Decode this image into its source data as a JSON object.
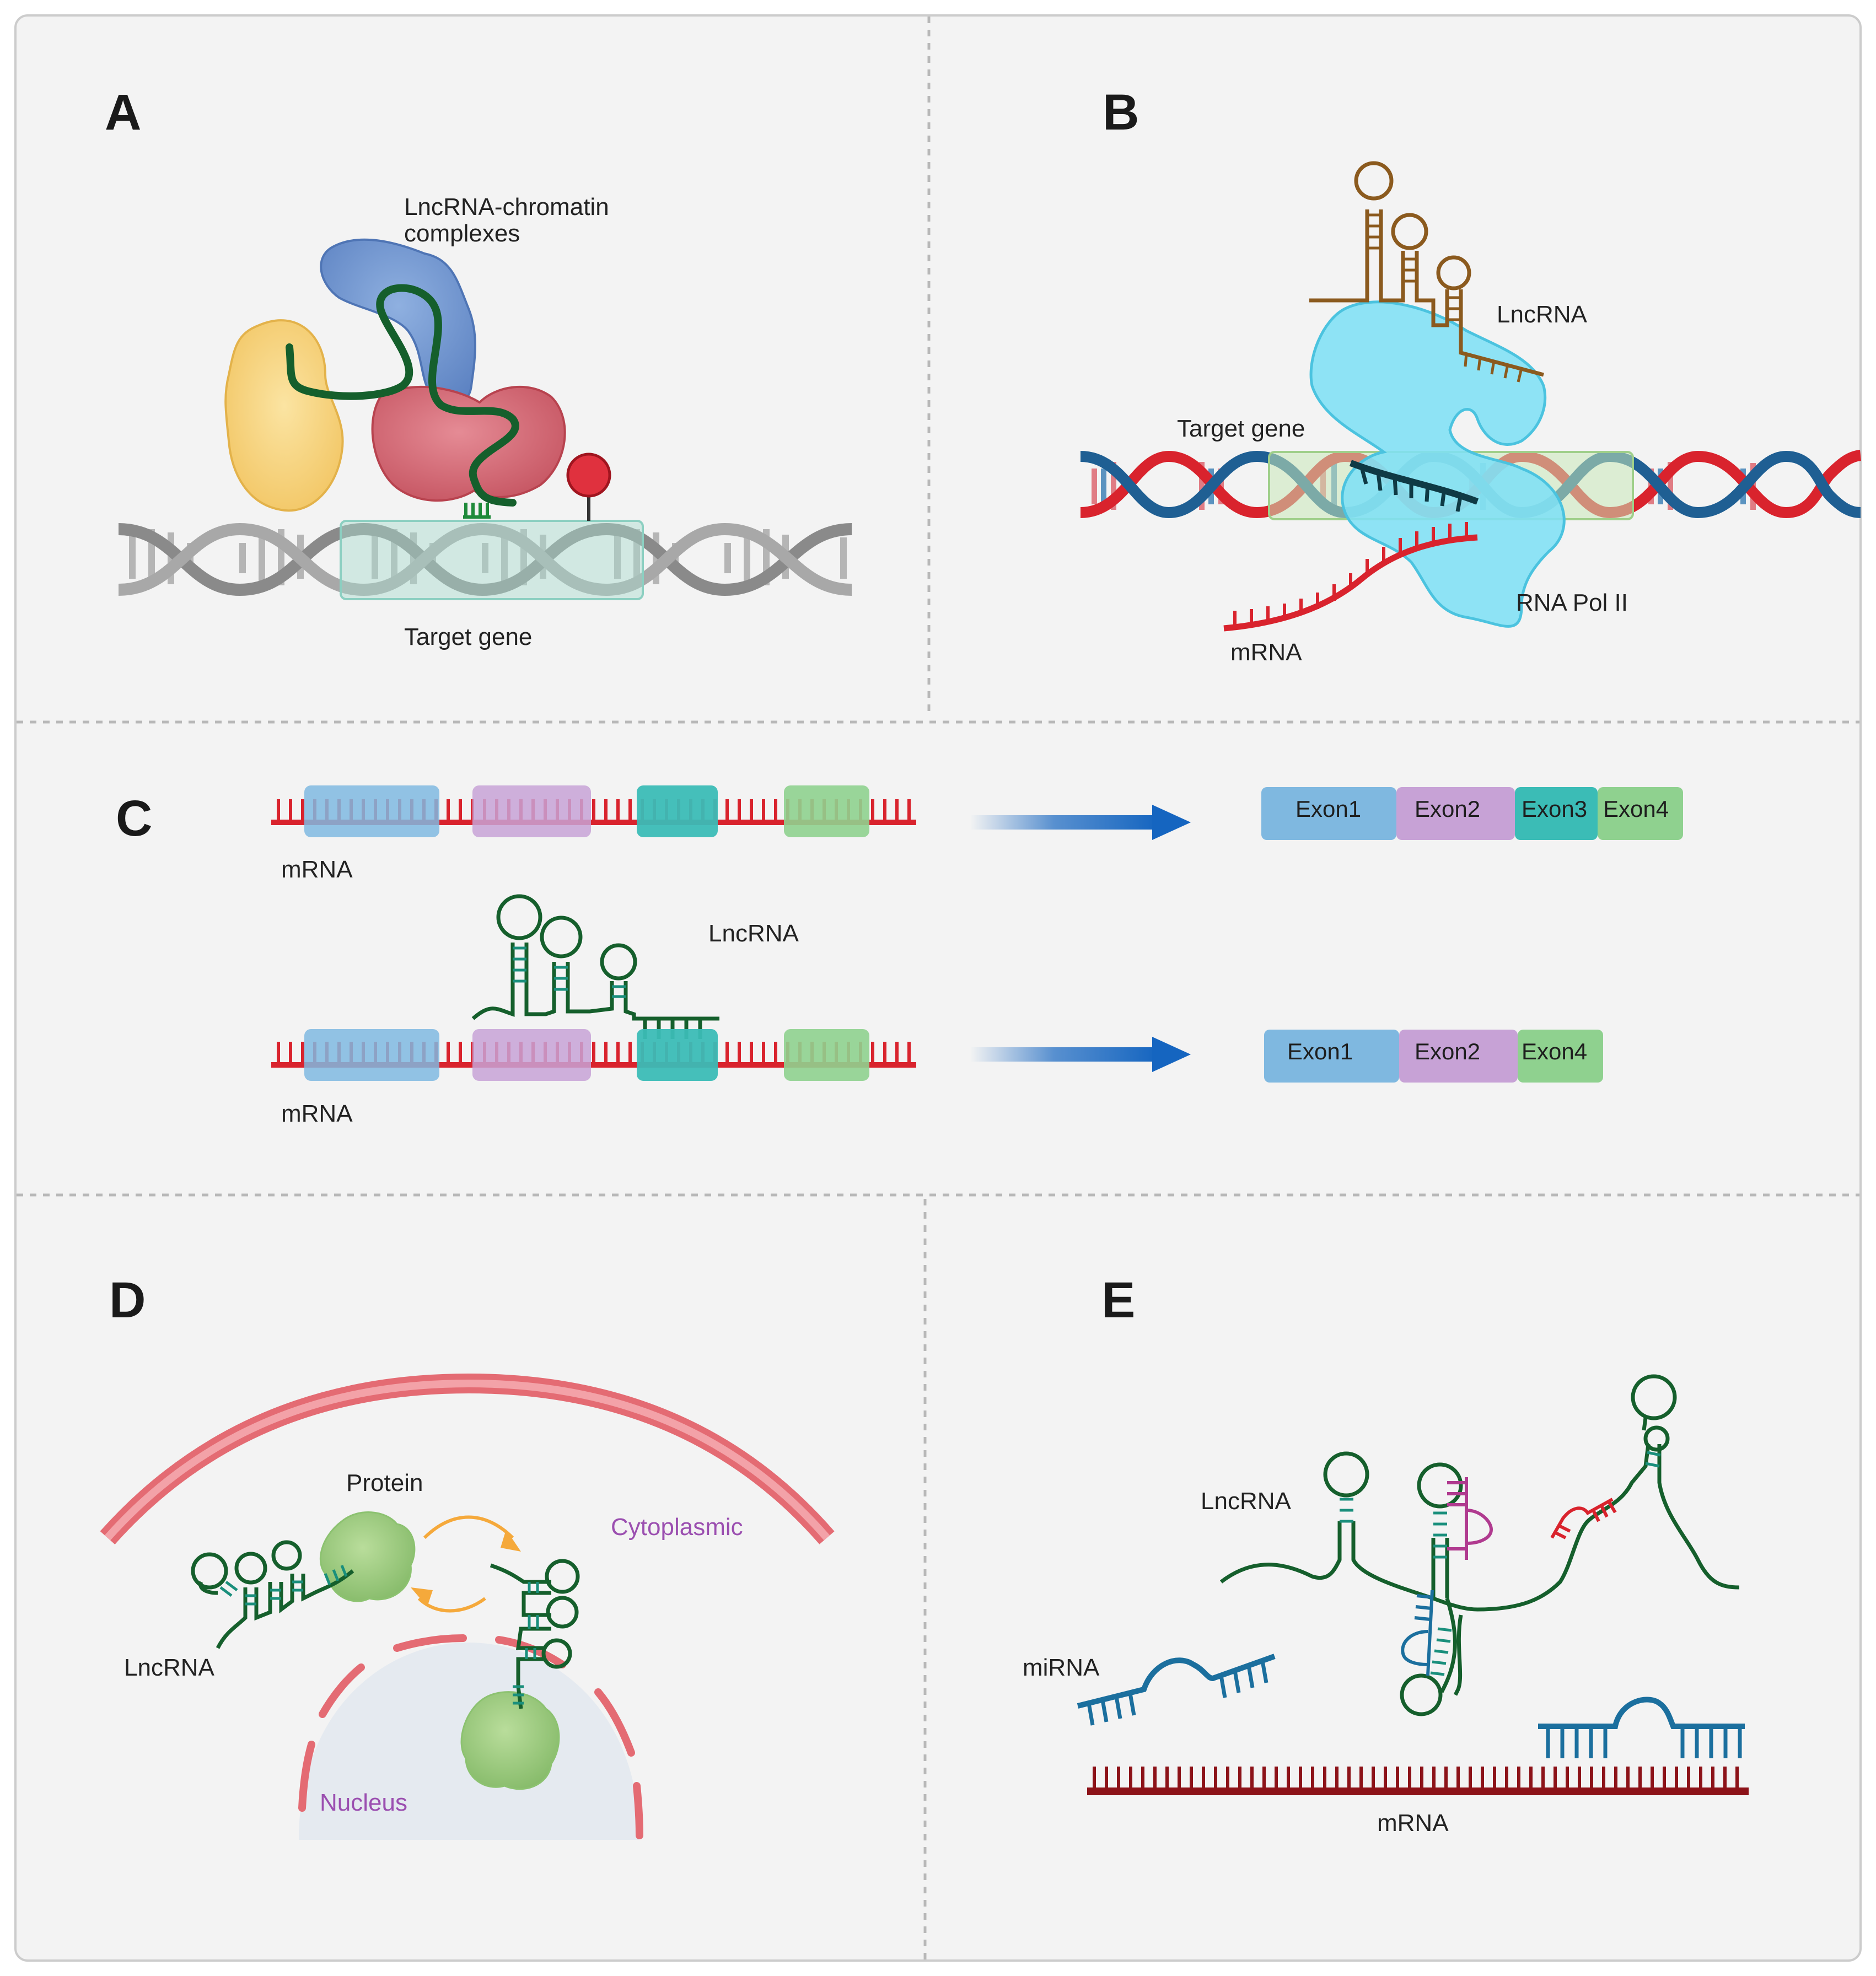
{
  "panels": {
    "A": {
      "letter": "A",
      "complex_label": [
        "LncRNA-chromatin",
        "complexes"
      ],
      "gene_label": "Target gene"
    },
    "B": {
      "letter": "B",
      "lncrna_label": "LncRNA",
      "gene_label": "Target gene",
      "pol_label": "RNA Pol II",
      "mrna_label": "mRNA"
    },
    "C": {
      "letter": "C",
      "mrna_label_top": "mRNA",
      "mrna_label_bottom": "mRNA",
      "lncrna_label": "LncRNA",
      "exons_full": [
        "Exon1",
        "Exon2",
        "Exon3",
        "Exon4"
      ],
      "exons_skipped": [
        "Exon1",
        "Exon2",
        "Exon4"
      ]
    },
    "D": {
      "letter": "D",
      "protein_label": "Protein",
      "cytoplasm_label": "Cytoplasmic",
      "lncrna_label": "LncRNA",
      "nucleus_label": "Nucleus"
    },
    "E": {
      "letter": "E",
      "lncrna_label": "LncRNA",
      "mirna_label": "miRNA",
      "mrna_label": "mRNA"
    }
  },
  "colors": {
    "background": "#f3f3f3",
    "dna_gray": "#8a8a8a",
    "dna_red": "#d9232d",
    "dna_blue": "#1f5f93",
    "lncrna_green": "#155f2c",
    "lncrna_teal": "#1a8f7c",
    "mrna_red": "#d9232d",
    "mrna_dark_red": "#8c1218",
    "mirna_blue": "#1b6f9e",
    "pol_cyan": "#7fe0f5",
    "exon1": "#7fb8e0",
    "exon2": "#c7a2d6",
    "exon3": "#3bbcb6",
    "exon4": "#8fd18f",
    "arrow_blue": "#1565c0"
  }
}
